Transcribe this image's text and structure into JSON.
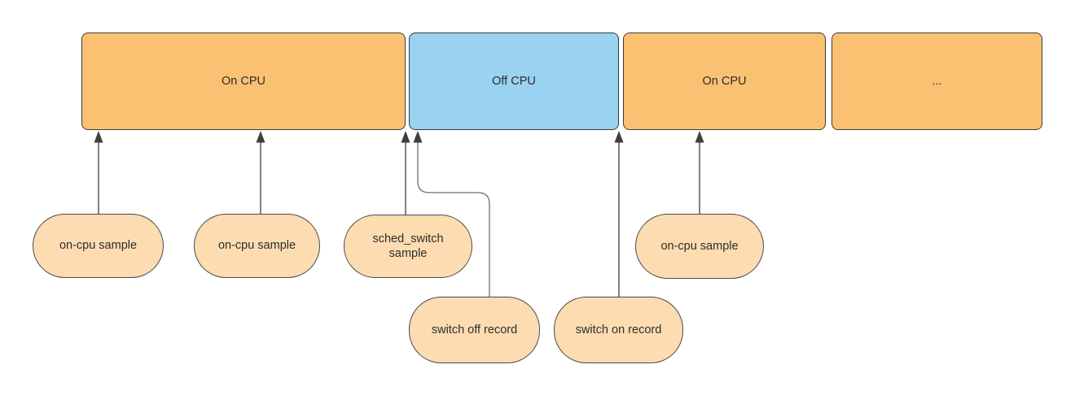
{
  "diagram": {
    "description": "Timeline of a thread alternating between On CPU and Off CPU states, with sampling and scheduler record events pointing at moments on the timeline",
    "colors": {
      "on_cpu_fill": "#FBC172",
      "off_cpu_fill": "#9AD2F1",
      "callout_fill": "#FCDCB0",
      "shape_stroke": "#3a3a3a",
      "connector_stroke": "#3f3f3f",
      "curved_connector_stroke": "#6e6e6e",
      "text": "#2d2d2d",
      "background": "#ffffff"
    },
    "timeline": {
      "segments": [
        {
          "label": "On CPU",
          "state": "on-cpu"
        },
        {
          "label": "Off CPU",
          "state": "off-cpu"
        },
        {
          "label": "On CPU",
          "state": "on-cpu"
        },
        {
          "label": "...",
          "state": "on-cpu"
        }
      ]
    },
    "callouts": [
      {
        "label": "on-cpu sample",
        "points_to": "inside first On CPU segment"
      },
      {
        "label": "on-cpu sample",
        "points_to": "inside first On CPU segment"
      },
      {
        "label": "sched_switch sample",
        "points_to": "end of first On CPU segment"
      },
      {
        "label": "switch off record",
        "points_to": "start of Off CPU segment"
      },
      {
        "label": "switch on record",
        "points_to": "boundary of Off CPU and second On CPU segment"
      },
      {
        "label": "on-cpu sample",
        "points_to": "inside second On CPU segment"
      }
    ]
  }
}
